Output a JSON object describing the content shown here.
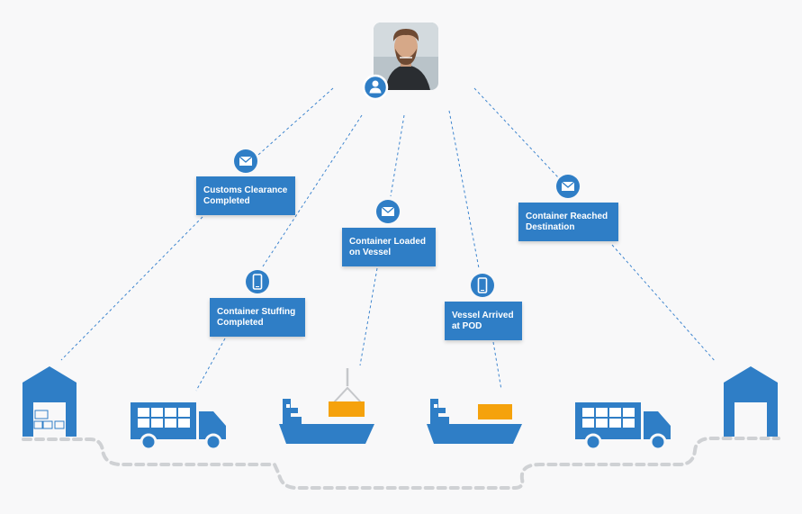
{
  "colors": {
    "primary": "#2f7ec6",
    "accent": "#f5a20c",
    "connector": "#3f86cf",
    "route": "#cfd1d4",
    "background": "#f8f8f9"
  },
  "profile": {
    "avatar": "person-photo",
    "badge_icon": "user-icon"
  },
  "notifications": [
    {
      "id": "customs",
      "icon": "mail-icon",
      "lines": [
        "Customs Clearance",
        "Completed"
      ]
    },
    {
      "id": "stuffing",
      "icon": "phone-icon",
      "lines": [
        "Container Stuffing",
        "Completed"
      ]
    },
    {
      "id": "loaded",
      "icon": "mail-icon",
      "lines": [
        "Container Loaded",
        "on Vessel"
      ]
    },
    {
      "id": "arrived",
      "icon": "phone-icon",
      "lines": [
        "Vessel Arrived",
        "at POD"
      ]
    },
    {
      "id": "destination",
      "icon": "mail-icon",
      "lines": [
        "Container Reached",
        "Destination"
      ]
    }
  ],
  "stages": [
    {
      "id": "origin-warehouse",
      "icon": "warehouse-icon"
    },
    {
      "id": "origin-truck",
      "icon": "truck-icon"
    },
    {
      "id": "loading-ship",
      "icon": "ship-icon"
    },
    {
      "id": "arrival-ship",
      "icon": "ship-icon"
    },
    {
      "id": "destination-truck",
      "icon": "truck-icon"
    },
    {
      "id": "destination-warehouse",
      "icon": "warehouse-icon"
    }
  ]
}
